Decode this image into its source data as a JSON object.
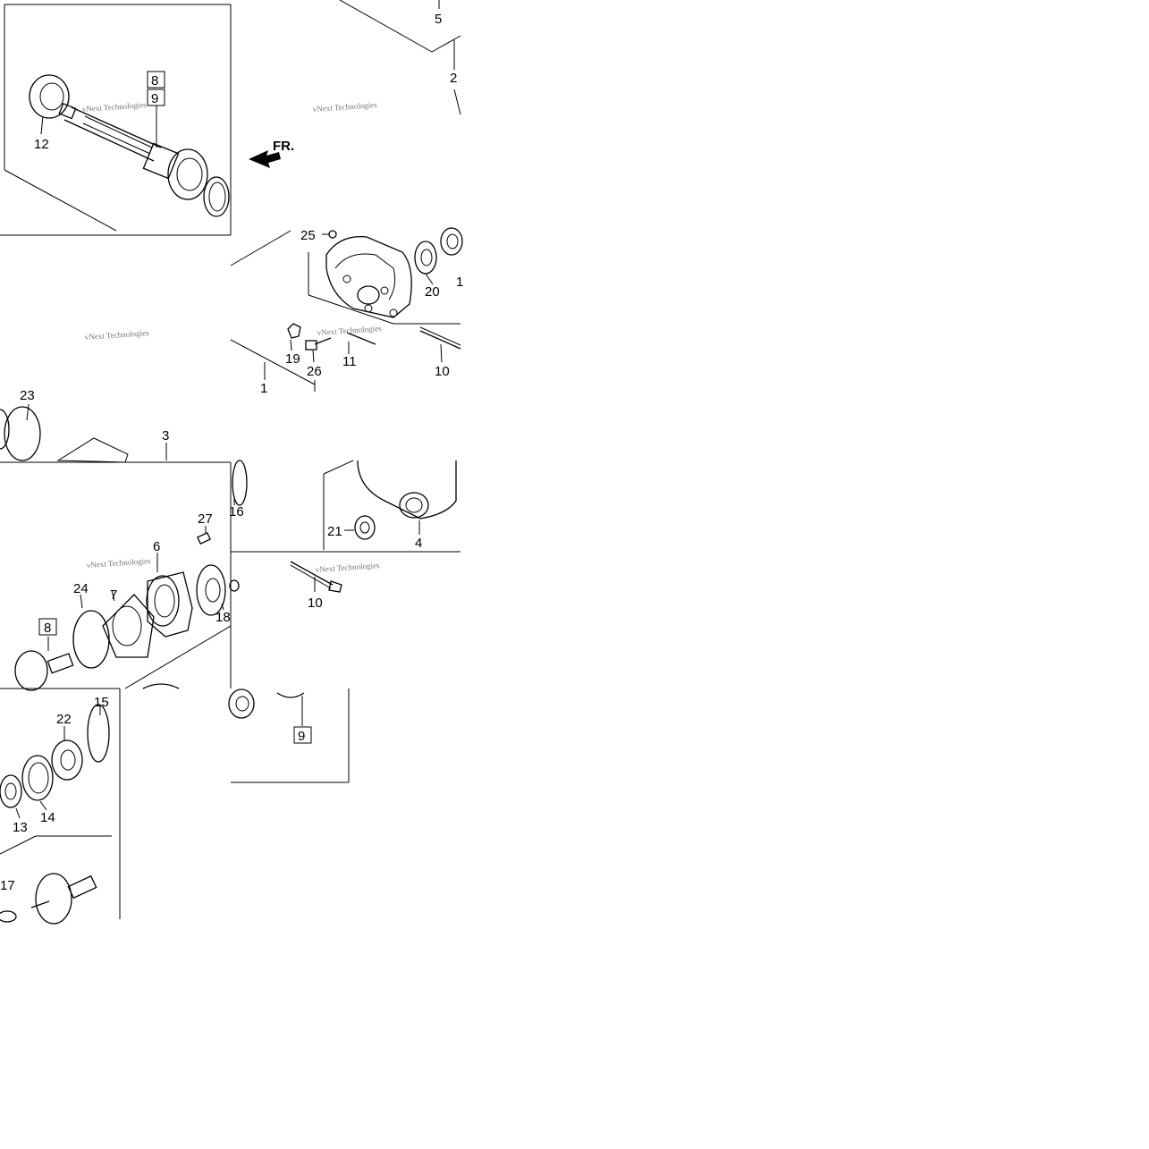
{
  "diagram": {
    "direction_label": "FR.",
    "watermark": "vNext Technologies",
    "callouts": [
      {
        "id": "c5",
        "text": "5"
      },
      {
        "id": "c2",
        "text": "2"
      },
      {
        "id": "c8a",
        "text": "8"
      },
      {
        "id": "c9a",
        "text": "9"
      },
      {
        "id": "c12",
        "text": "12"
      },
      {
        "id": "c25",
        "text": "25"
      },
      {
        "id": "c20",
        "text": "20"
      },
      {
        "id": "c1r",
        "text": "1"
      },
      {
        "id": "c19",
        "text": "19"
      },
      {
        "id": "c26",
        "text": "26"
      },
      {
        "id": "c11",
        "text": "11"
      },
      {
        "id": "c10a",
        "text": "10"
      },
      {
        "id": "c1",
        "text": "1"
      },
      {
        "id": "c23",
        "text": "23"
      },
      {
        "id": "c3",
        "text": "3"
      },
      {
        "id": "c16",
        "text": "16"
      },
      {
        "id": "c21",
        "text": "21"
      },
      {
        "id": "c4",
        "text": "4"
      },
      {
        "id": "c27",
        "text": "27"
      },
      {
        "id": "c6",
        "text": "6"
      },
      {
        "id": "c7",
        "text": "7"
      },
      {
        "id": "c24",
        "text": "24"
      },
      {
        "id": "c18",
        "text": "18"
      },
      {
        "id": "c10b",
        "text": "10"
      },
      {
        "id": "c8b",
        "text": "8"
      },
      {
        "id": "c22",
        "text": "22"
      },
      {
        "id": "c15",
        "text": "15"
      },
      {
        "id": "c9b",
        "text": "9"
      },
      {
        "id": "c13",
        "text": "13"
      },
      {
        "id": "c14",
        "text": "14"
      },
      {
        "id": "c17",
        "text": "17"
      }
    ]
  }
}
